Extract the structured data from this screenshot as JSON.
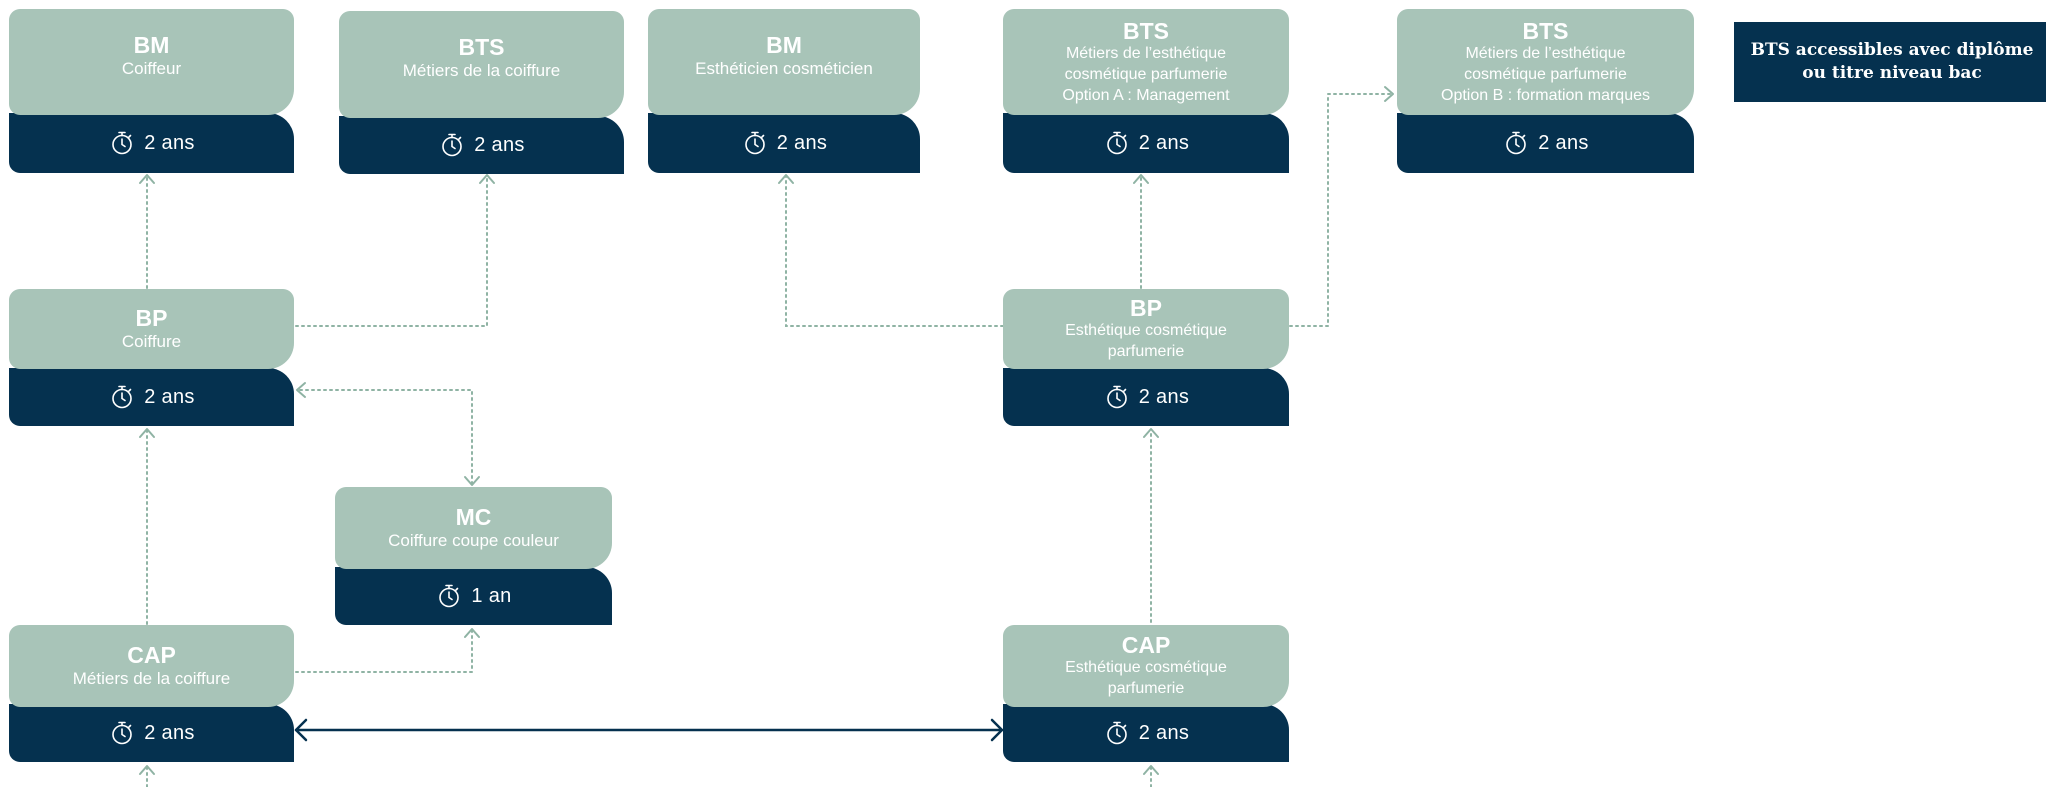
{
  "cards": [
    {
      "id": "bm-coiffeur",
      "title": "BM",
      "subtitle": "Coiffeur",
      "duration": "2 ans"
    },
    {
      "id": "bts-coiffure",
      "title": "BTS",
      "subtitle": "Métiers de la coiffure",
      "duration": "2 ans"
    },
    {
      "id": "bm-estheticien",
      "title": "BM",
      "subtitle": "Esthéticien cosméticien",
      "duration": "2 ans"
    },
    {
      "id": "bts-esthetique-a",
      "title": "BTS",
      "subtitle_lines": [
        "Métiers de l’esthétique",
        "cosmétique parfumerie",
        "Option A : Management"
      ],
      "duration": "2 ans"
    },
    {
      "id": "bts-esthetique-b",
      "title": "BTS",
      "subtitle_lines": [
        "Métiers de l’esthétique",
        "cosmétique parfumerie",
        "Option B : formation marques"
      ],
      "duration": "2 ans"
    },
    {
      "id": "bp-coiffure",
      "title": "BP",
      "subtitle": "Coiffure",
      "duration": "2 ans"
    },
    {
      "id": "bp-esthetique",
      "title": "BP",
      "subtitle_lines": [
        "Esthétique cosmétique",
        "parfumerie"
      ],
      "duration": "2 ans"
    },
    {
      "id": "mc-coiffure",
      "title": "MC",
      "subtitle": "Coiffure coupe couleur",
      "duration": "1 an"
    },
    {
      "id": "cap-coiffure",
      "title": "CAP",
      "subtitle": "Métiers de la coiffure",
      "duration": "2 ans"
    },
    {
      "id": "cap-esthetique",
      "title": "CAP",
      "subtitle_lines": [
        "Esthétique cosmétique",
        "parfumerie"
      ],
      "duration": "2 ans"
    }
  ],
  "legend": {
    "lines": [
      "BTS accessibles avec diplôme",
      "ou titre niveau bac"
    ]
  },
  "colors": {
    "card_header": "#a8c4b8",
    "card_footer": "#05314f",
    "connector_dotted": "#8fb3a4",
    "connector_solid": "#05314f",
    "legend_bg": "#05314f"
  },
  "icons": {
    "duration": "stopwatch-icon"
  }
}
